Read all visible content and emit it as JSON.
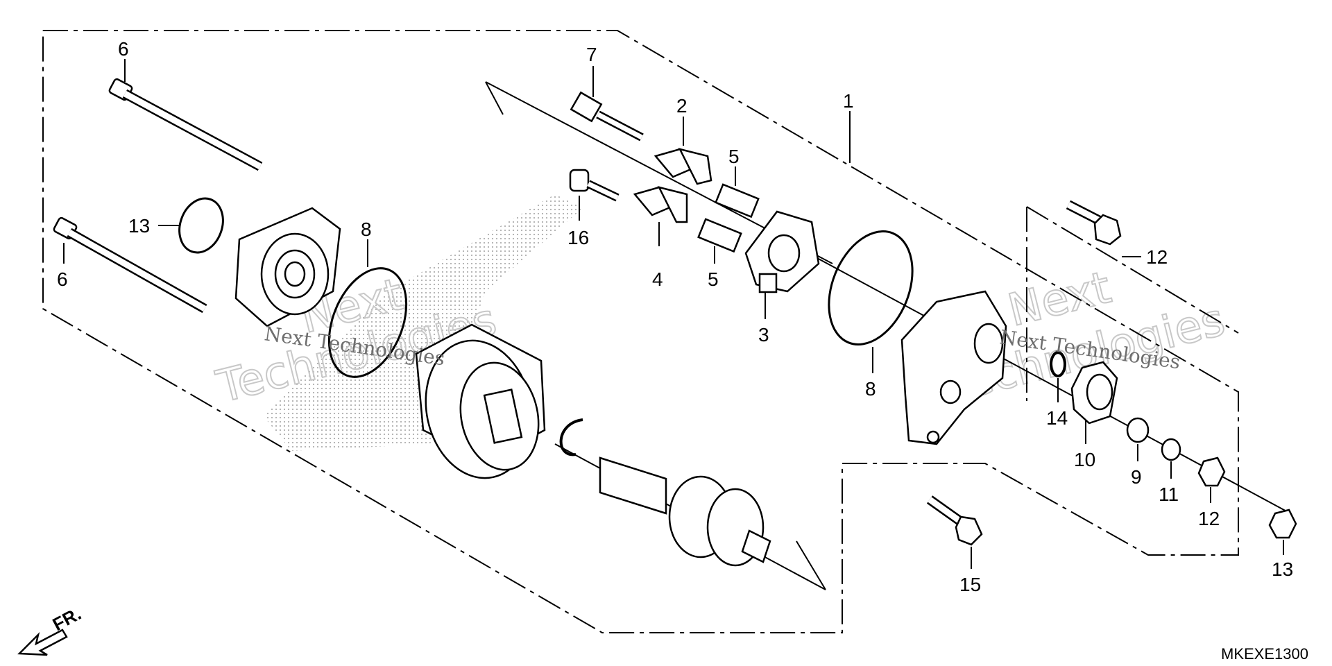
{
  "diagram": {
    "code": "MKEXE1300",
    "direction_label": "FR.",
    "watermark": {
      "line1": "Next Technologies",
      "line2": "Next Technologies",
      "big_left": "Next",
      "big_left2": "Technologies",
      "big_right": "Next",
      "big_right2": "Technologies"
    },
    "callouts": [
      {
        "id": "c1",
        "label": "1"
      },
      {
        "id": "c2",
        "label": "2"
      },
      {
        "id": "c3",
        "label": "3"
      },
      {
        "id": "c4",
        "label": "4"
      },
      {
        "id": "c5a",
        "label": "5"
      },
      {
        "id": "c5b",
        "label": "5"
      },
      {
        "id": "c6a",
        "label": "6"
      },
      {
        "id": "c6b",
        "label": "6"
      },
      {
        "id": "c7",
        "label": "7"
      },
      {
        "id": "c8a",
        "label": "8"
      },
      {
        "id": "c8b",
        "label": "8"
      },
      {
        "id": "c9",
        "label": "9"
      },
      {
        "id": "c10",
        "label": "10"
      },
      {
        "id": "c11",
        "label": "11"
      },
      {
        "id": "c12a",
        "label": "12"
      },
      {
        "id": "c12b",
        "label": "12"
      },
      {
        "id": "c13a",
        "label": "13"
      },
      {
        "id": "c13b",
        "label": "13"
      },
      {
        "id": "c14",
        "label": "14"
      },
      {
        "id": "c15",
        "label": "15"
      },
      {
        "id": "c16",
        "label": "16"
      }
    ]
  }
}
